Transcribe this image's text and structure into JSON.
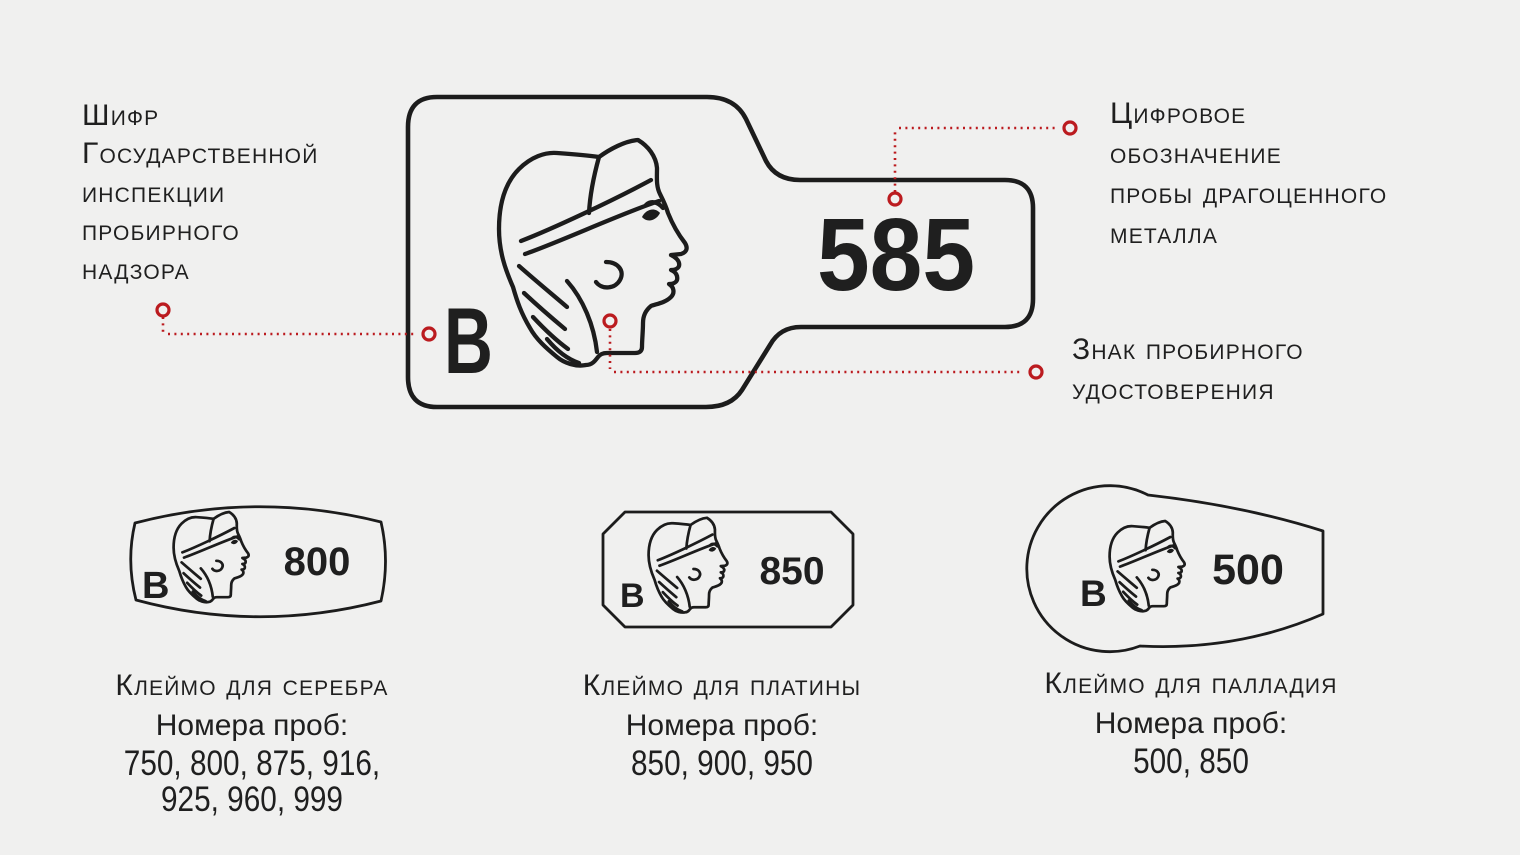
{
  "palette": {
    "background_color": "#f0f0ef",
    "ink_color": "#1c1c1c",
    "accent_red": "#bb1b1f"
  },
  "main_stamp": {
    "assay_office_letter": "В",
    "fineness_value": "585"
  },
  "callouts": {
    "assay_office_code": {
      "lines": [
        "Шифр",
        "Государственной",
        "инспекции",
        "пробирного",
        "надзора"
      ]
    },
    "fineness_designation": {
      "lines": [
        "Цифровое",
        "обозначение",
        "пробы драгоценного",
        "металла"
      ]
    },
    "assay_mark": {
      "lines": [
        "Знак пробирного",
        "удостоверения"
      ]
    }
  },
  "stamps": [
    {
      "metal": "серебро",
      "shape": "barrel",
      "title": "Клеймо для серебра",
      "subtitle": "Номера проб:",
      "fineness_lines": [
        "750, 800, 875, 916,",
        "925, 960, 999"
      ],
      "assay_office_letter": "В",
      "fineness_value": "800"
    },
    {
      "metal": "платина",
      "shape": "octagon",
      "title": "Клеймо для платины",
      "subtitle": "Номера проб:",
      "fineness_lines": [
        "850, 900, 950"
      ],
      "assay_office_letter": "В",
      "fineness_value": "850"
    },
    {
      "metal": "палладий",
      "shape": "cut-oval",
      "title": "Клеймо для палладия",
      "subtitle": "Номера проб:",
      "fineness_lines": [
        "500, 850"
      ],
      "assay_office_letter": "В",
      "fineness_value": "500"
    }
  ]
}
